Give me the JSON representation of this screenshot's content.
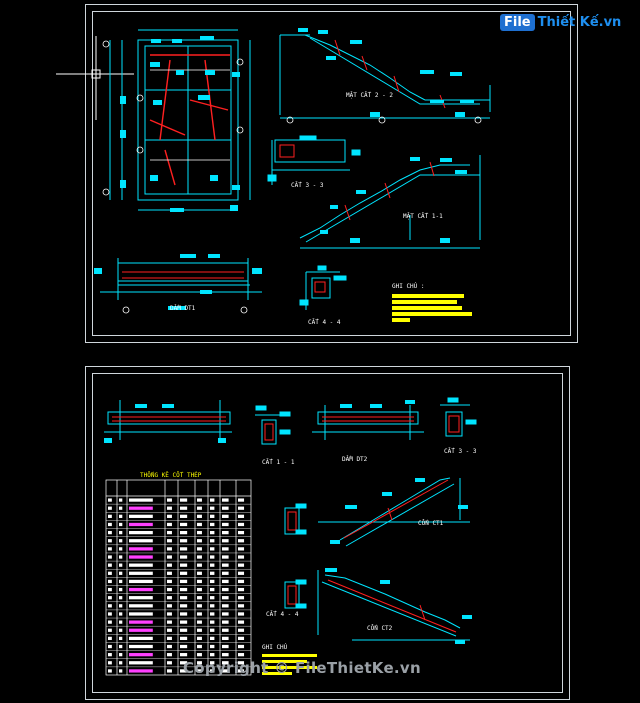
{
  "watermark": {
    "logo_badge": "File",
    "logo_rest": "Thiết Kế.vn",
    "copyright": "Copyright © FileThietKe.vn"
  },
  "sheet1": {
    "labels": {
      "section_2_2": "MẶT CẮT 2 - 2",
      "section_3_3": "CẮT 3 - 3",
      "section_1_1": "MẶT CẮT 1-1",
      "section_4_4": "CẮT 4 - 4",
      "beam": "DẦM DT1",
      "notes": "GHI CHÚ :"
    }
  },
  "sheet2": {
    "labels": {
      "section_1_1": "CẮT 1 - 1",
      "beam": "DẦM DT2",
      "section_3_3": "CẮT 3 - 3",
      "table_title": "THỐNG KÊ CỐT THÉP",
      "stair_1": "CỐN CT1",
      "stair_2": "CỐN CT2",
      "section_4_4": "CẮT 4 - 4",
      "notes": "GHI CHÚ"
    }
  },
  "colors": {
    "background": "#000000",
    "frame": "#cfd6dc",
    "cyan": "#00e5ff",
    "white": "#ffffff",
    "red": "#ff2020",
    "yellow": "#ffff00",
    "magenta": "#ff40ff"
  }
}
